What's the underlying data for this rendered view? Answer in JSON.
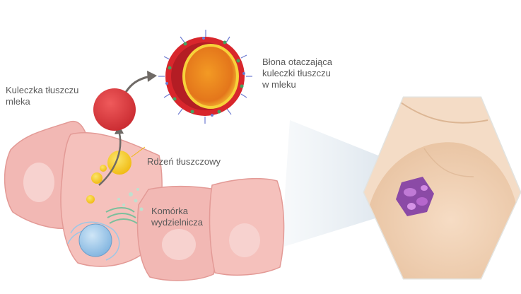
{
  "labels": {
    "milk_fat_globule": "Kuleczka tłuszczu\nmleka",
    "membrane": "Błona otaczająca\nkuleczki tłuszczu\nw mleku",
    "fat_core": "Rdzeń tłuszczowy",
    "secretory_cell": "Komórka\nwydzielnicza"
  },
  "colors": {
    "cell_fill": "#f2b8b4",
    "cell_stroke": "#e39a96",
    "nucleus": "#9ec8ea",
    "globule": "#e0383c",
    "fat_core": "#f5d320",
    "membrane_ring": "#d8262c",
    "arrow": "#6f6a66",
    "breast_skin": "#f3d8bf",
    "label_text": "#5a5a5a"
  }
}
